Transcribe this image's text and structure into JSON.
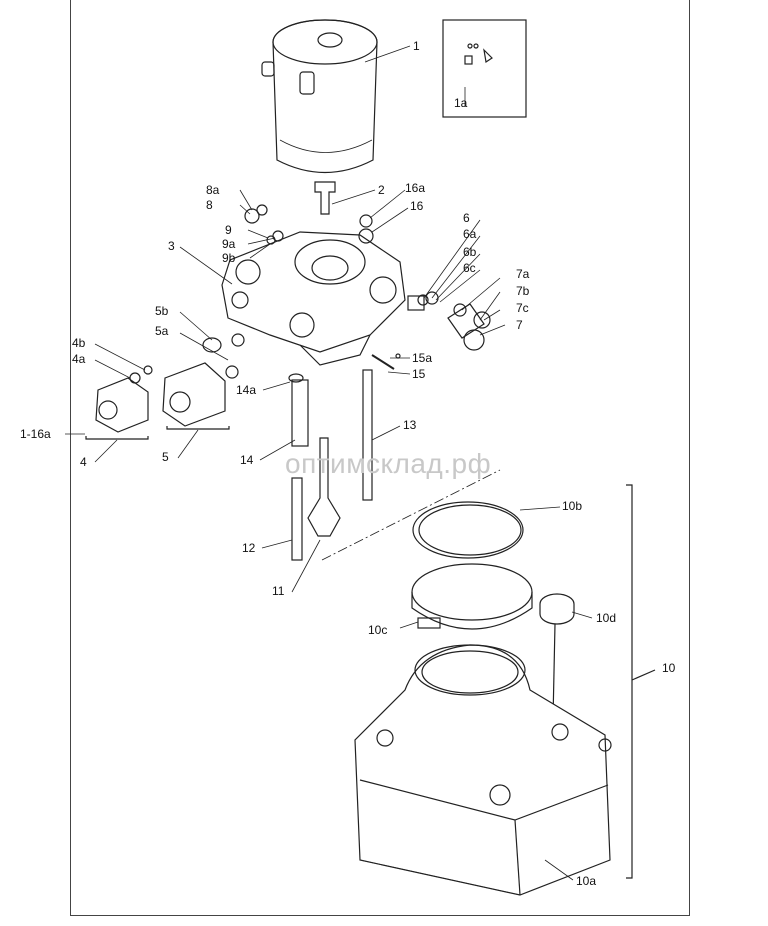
{
  "watermark": "оптимсклад.рф",
  "labels": {
    "p1": "1",
    "p1a": "1a",
    "p2": "2",
    "p16a": "16a",
    "p16": "16",
    "p8a": "8a",
    "p8": "8",
    "p9": "9",
    "p9a": "9a",
    "p9b": "9b",
    "p3": "3",
    "p6": "6",
    "p6a": "6a",
    "p6b": "6b",
    "p6c": "6c",
    "p7a": "7a",
    "p7b": "7b",
    "p7c": "7c",
    "p7": "7",
    "p5b": "5b",
    "p5a": "5a",
    "p4b": "4b",
    "p4a": "4a",
    "p15a": "15a",
    "p15": "15",
    "p14a": "14a",
    "p1_16a": "1-16a",
    "p4": "4",
    "p5": "5",
    "p14": "14",
    "p13": "13",
    "p12": "12",
    "p11": "11",
    "p10b": "10b",
    "p10c": "10c",
    "p10d": "10d",
    "p10": "10",
    "p10a": "10a"
  }
}
